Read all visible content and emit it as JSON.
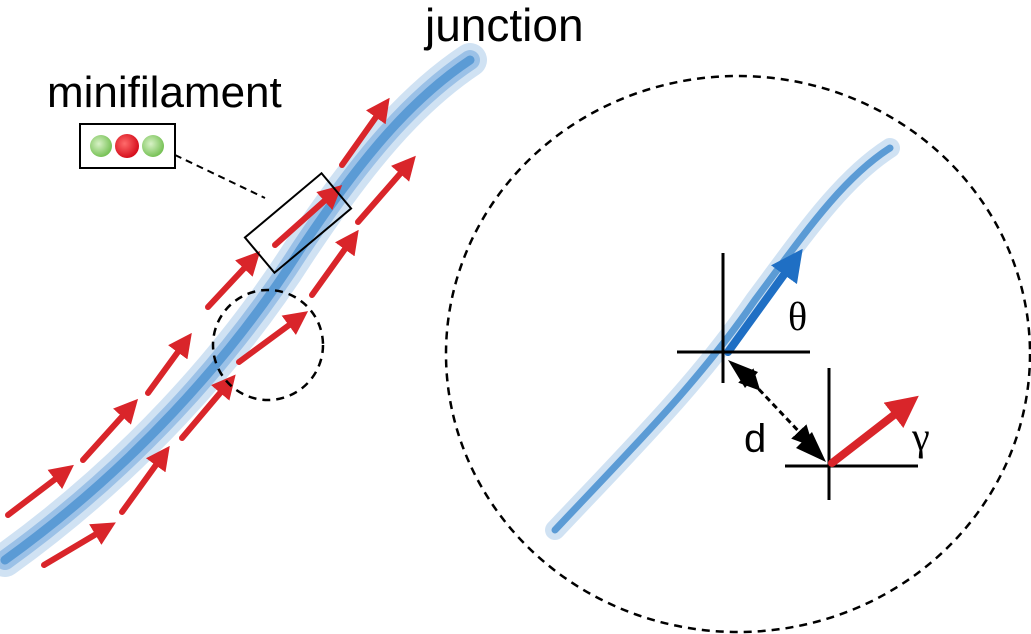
{
  "labels": {
    "junction": "junction",
    "minifilament": "minifilament",
    "theta": "θ",
    "gamma": "γ",
    "distance": "d"
  },
  "colors": {
    "junction_fiber": "#5b9bd5",
    "minifilament_arrow": "#d9252a",
    "direction_arrow": "#1f6fc4",
    "head_bead": "#8fcf6a",
    "center_bead": "#e8252f",
    "outline": "#000000"
  },
  "icons": {
    "minifilament_symbol": "bead-triplet-icon"
  }
}
